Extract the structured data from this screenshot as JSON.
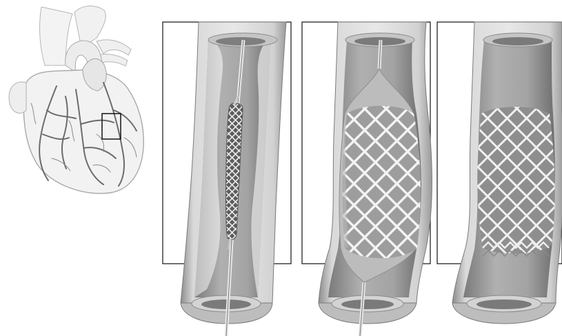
{
  "figure": {
    "heart": {
      "icon": "heart-with-coronary-arteries-icon",
      "highlight_box": "zoom-region-box"
    },
    "panels": [
      {
        "id": "panel-1",
        "stage": "catheter-with-crimped-stent",
        "icon": "catheter-balloon-stent-icon"
      },
      {
        "id": "panel-2",
        "stage": "balloon-inflated-stent-expanded",
        "icon": "inflated-balloon-stent-icon"
      },
      {
        "id": "panel-3",
        "stage": "stent-deployed-in-artery",
        "icon": "deployed-stent-icon"
      }
    ],
    "colors": {
      "frame": "#111111",
      "vessel_wall": "#d8d8d8",
      "vessel_lumen": "#9a9a9a",
      "stent_strut": "#f2f2f2",
      "heart_line": "#9a9a9a",
      "artery": "#6a6a6a"
    }
  }
}
